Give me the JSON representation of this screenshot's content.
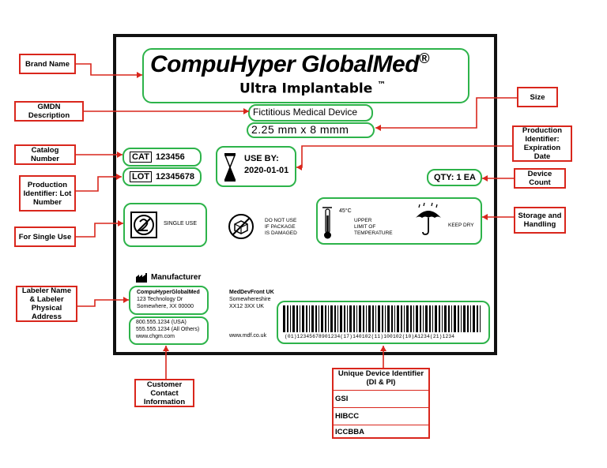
{
  "callouts": {
    "brand_name": "Brand Name",
    "gmdn": "GMDN Description",
    "catalog": "Catalog Number",
    "prod_lot": "Production Identifier: Lot Number",
    "single_use": "For Single Use",
    "labeler": "Labeler Name & Labeler Physical Address",
    "customer": "Customer Contact Information",
    "size": "Size",
    "prod_exp": "Production Identifier: Expiration Date",
    "device_count": "Device Count",
    "storage": "Storage and Handling",
    "udi_title": "Unique Device Identifier (DI & PI)",
    "udi_rows": [
      "GSI",
      "HIBCC",
      "ICCBBA"
    ]
  },
  "label": {
    "brand": "CompuHyper GlobalMed",
    "registered": "®",
    "product": "Ultra Implantable",
    "tm": "™",
    "description": "Fictitious Medical Device",
    "size": "2.25 mm x 8 mmm",
    "cat_tag": "CAT",
    "cat_value": "123456",
    "lot_tag": "LOT",
    "lot_value": "12345678",
    "use_by_label": "USE BY:",
    "use_by_date": "2020-01-01",
    "qty": "QTY: 1 EA",
    "single_use": "SINGLE USE",
    "damaged_text": [
      "DO NOT USE",
      "IF PACKAGE",
      "IS DAMAGED"
    ],
    "temp_value": "45°C",
    "temp_text": [
      "UPPER",
      "LIMIT OF",
      "TEMPERATURE"
    ],
    "keep_dry": "KEEP DRY",
    "manufacturer_heading": "Manufacturer",
    "labeler_lines": [
      "CompuHyperGlobalMed",
      "123 Technology Dr",
      "Somewhere, XX 00000"
    ],
    "contact_lines": [
      "800.555.1234 (USA)",
      "555.555.1234 (All Others)",
      "www.chgm.com"
    ],
    "distributor_lines": [
      "MedDevFront UK",
      "Somewhereshire",
      "XX12 3XX UK"
    ],
    "distributor_web": "www.mdf.co.uk",
    "barcode_text": "(01)12345678901234(17)140102(11)100102(10)A1234(21)1234"
  },
  "colors": {
    "callout_border": "#d9261c",
    "highlight": "#2db34a",
    "frame": "#111111"
  }
}
